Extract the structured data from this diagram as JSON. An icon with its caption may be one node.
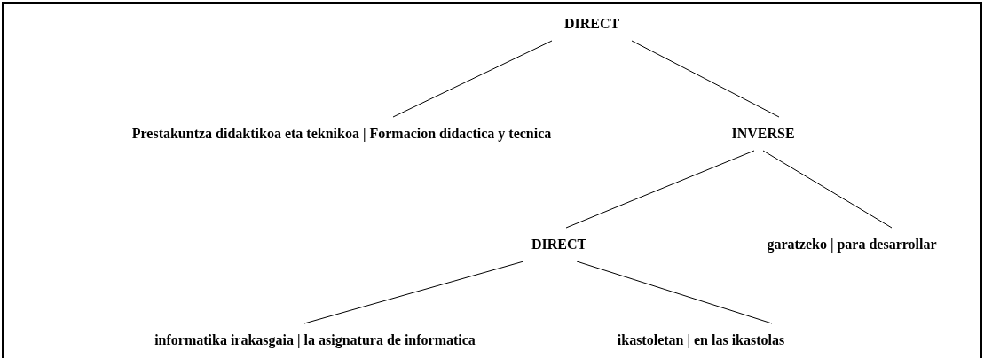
{
  "diagram": {
    "nodes": [
      {
        "text": [
          "DIRECT"
        ]
      },
      {
        "text": [
          "Prestakuntza didaktikoa eta teknikoa | Formacion didactica y tecnica"
        ]
      },
      {
        "text": [
          "INVERSE"
        ]
      },
      {
        "text": [
          "DIRECT"
        ]
      },
      {
        "text": [
          "garatzeko | para desarrollar"
        ]
      },
      {
        "text": [
          "informatika irakasgaia | la asignatura de informatica"
        ]
      },
      {
        "text": [
          "ikastoletan | en las ikastolas"
        ]
      }
    ],
    "edges": [
      {
        "from": 0,
        "to": 1,
        "arrow": "none"
      },
      {
        "from": 0,
        "to": 2,
        "arrow": "none"
      },
      {
        "from": 2,
        "to": 3,
        "arrow": "none"
      },
      {
        "from": 2,
        "to": 4,
        "arrow": "none"
      },
      {
        "from": 3,
        "to": 5,
        "arrow": "none"
      },
      {
        "from": 3,
        "to": 6,
        "arrow": "none"
      }
    ]
  }
}
